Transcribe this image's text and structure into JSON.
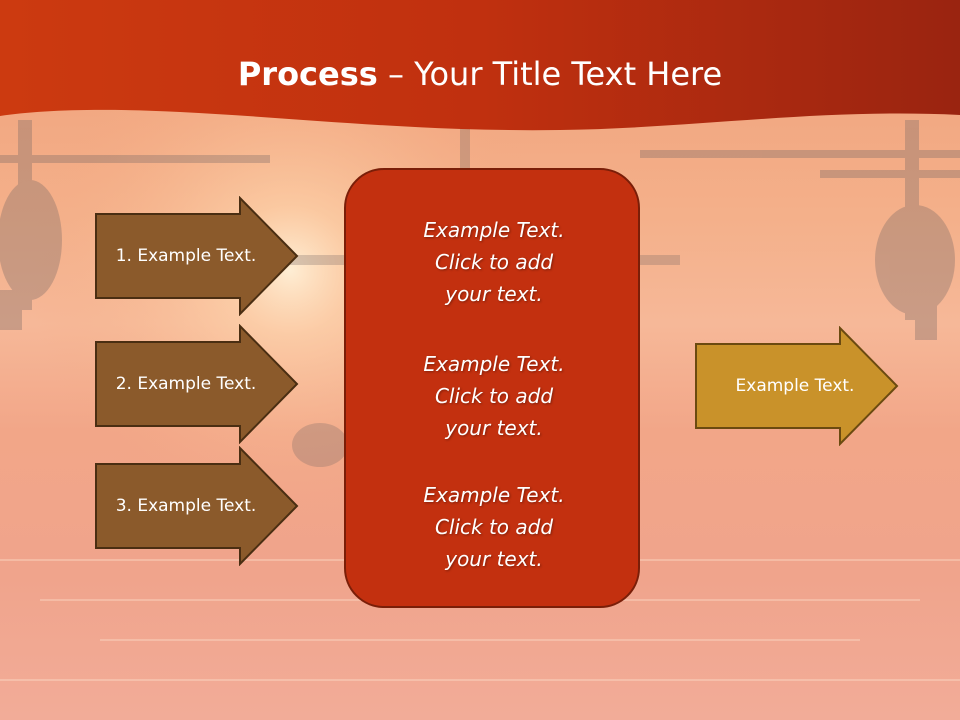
{
  "title": {
    "bold": "Process",
    "dash": " – ",
    "rest": "Your Title Text Here"
  },
  "left_arrows": [
    {
      "label": "1. Example Text."
    },
    {
      "label": "2. Example Text."
    },
    {
      "label": "3. Example Text."
    }
  ],
  "center_box": {
    "blocks": [
      {
        "line1": "Example Text.",
        "line2": "Click  to add",
        "line3": "your text."
      },
      {
        "line1": "Example Text.",
        "line2": "Click  to add",
        "line3": "your text."
      },
      {
        "line1": "Example Text.",
        "line2": "Click  to add",
        "line3": "your text."
      }
    ]
  },
  "right_arrow": {
    "label": "Example Text."
  },
  "colors": {
    "title_band": "#c8320f",
    "left_arrow_fill": "#8b5a2b",
    "center_fill": "#c3300f",
    "right_arrow_fill": "#c9922a"
  }
}
